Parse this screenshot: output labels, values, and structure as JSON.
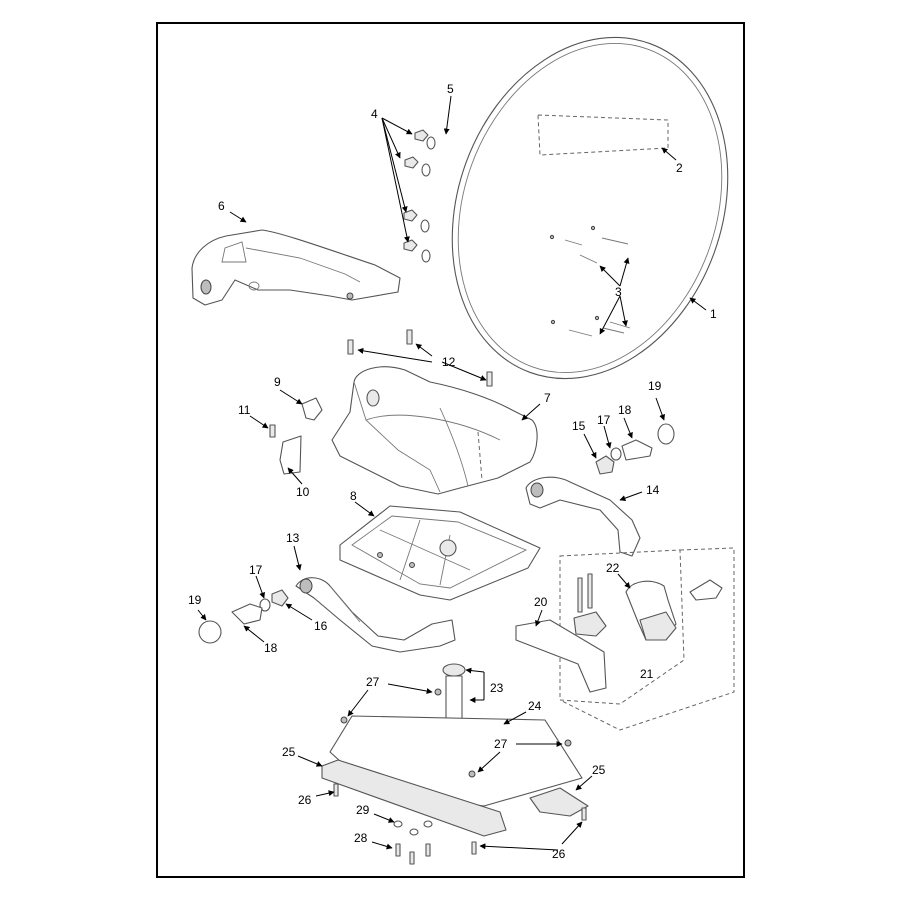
{
  "callouts": {
    "c1": "1",
    "c2": "2",
    "c3": "3",
    "c4": "4",
    "c5": "5",
    "c6": "6",
    "c7": "7",
    "c8": "8",
    "c9": "9",
    "c10": "10",
    "c11": "11",
    "c12": "12",
    "c13": "13",
    "c14": "14",
    "c15": "15",
    "c16": "16",
    "c17a": "17",
    "c17b": "17",
    "c18a": "18",
    "c18b": "18",
    "c19a": "19",
    "c19b": "19",
    "c20": "20",
    "c21": "21",
    "c22": "22",
    "c23": "23",
    "c24": "24",
    "c25a": "25",
    "c25b": "25",
    "c26a": "26",
    "c26b": "26",
    "c27a": "27",
    "c27b": "27",
    "c28": "28",
    "c29": "29"
  },
  "colors": {
    "frame": "#000000",
    "line": "#555555",
    "fill_grey": "#e9e9e9",
    "background": "#ffffff"
  }
}
